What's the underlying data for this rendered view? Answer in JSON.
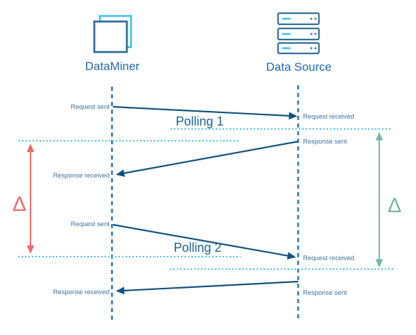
{
  "actors": {
    "dataminer": {
      "label": "DataMiner"
    },
    "datasource": {
      "label": "Data Source"
    }
  },
  "events": {
    "req1_sent": "Request sent",
    "req1_received": "Request received",
    "resp1_sent": "Response sent",
    "resp1_received": "Response received",
    "req2_sent": "Request sent",
    "req2_received": "Request received",
    "resp2_sent": "Response sent",
    "resp2_received": "Response received"
  },
  "polling": {
    "p1": "Polling 1",
    "p2": "Polling 2"
  },
  "delta": {
    "left": "Δ",
    "right": "Δ"
  },
  "colors": {
    "arrow_blue": "#11527f",
    "lifeline_blue": "#2b7ab8",
    "label_blue": "#39709f",
    "actor_label_blue": "#2069a8",
    "polling_blue": "#1d6094",
    "cyan_dotted": "#45c1ef",
    "icon_cyan": "#3bbdf5",
    "icon_stroke": "#2e6f99",
    "delta_red": "#ed696b",
    "delta_green": "#76b7a3"
  }
}
